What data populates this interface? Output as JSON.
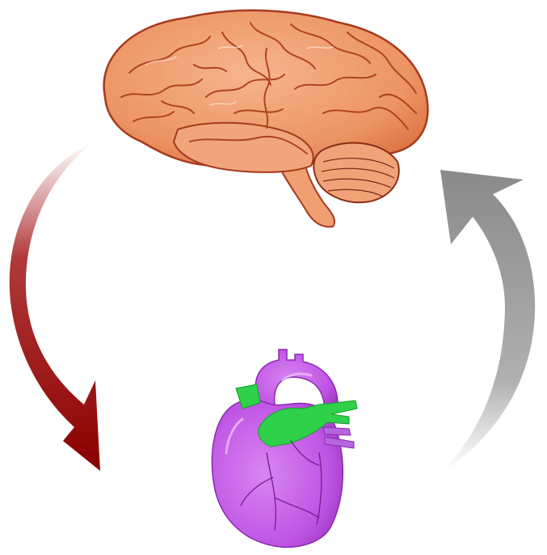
{
  "diagram": {
    "nodes": [
      {
        "id": "brain",
        "depicts": "brain-illustration"
      },
      {
        "id": "heart",
        "depicts": "heart-illustration"
      }
    ],
    "edges": [
      {
        "from": "brain",
        "to": "heart",
        "color": "#8b0000"
      },
      {
        "from": "heart",
        "to": "brain",
        "color": "#8a8a8a"
      }
    ],
    "colors": {
      "brain_fill": "#ef9a6c",
      "brain_outline": "#a63a1e",
      "heart_fill": "#c15be6",
      "vessel_green": "#2fd04a",
      "arrow_red": "#8b0000",
      "arrow_gray": "#8a8a8a"
    }
  }
}
